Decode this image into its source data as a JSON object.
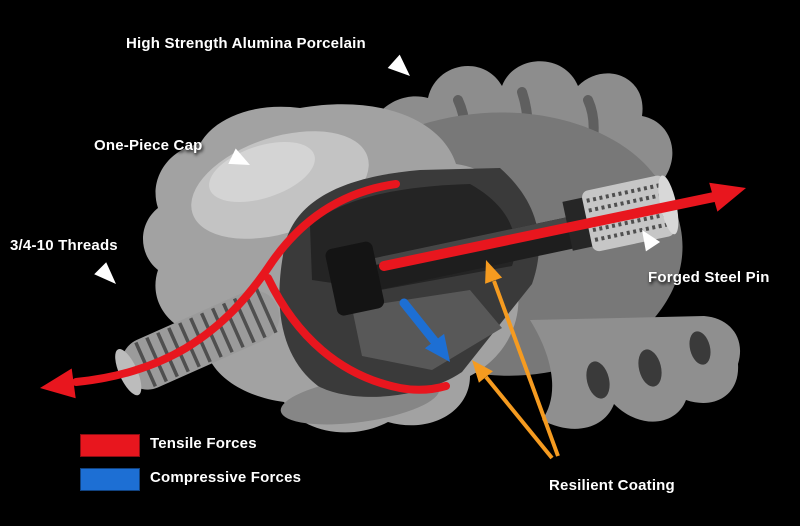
{
  "diagram": {
    "labels": {
      "porcelain": "High Strength Alumina Porcelain",
      "cap": "One-Piece Cap",
      "threads": "3/4-10 Threads",
      "pin": "Forged Steel Pin",
      "coating": "Resilient Coating"
    },
    "legend": [
      {
        "id": "tensile",
        "label": "Tensile Forces",
        "color": "#e8161e"
      },
      {
        "id": "compressive",
        "label": "Compressive Forces",
        "color": "#1d6fd4"
      }
    ],
    "colors": {
      "background": "#000000",
      "label_text": "#ffffff",
      "tensile_arrow": "#e8161e",
      "compressive_arrow": "#1d6fd4",
      "coating_pointer": "#f59b20",
      "pointer_arrow": "#ffffff"
    }
  }
}
